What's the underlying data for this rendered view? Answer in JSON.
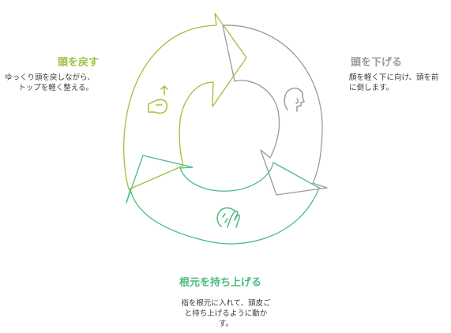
{
  "colors": {
    "return": "#9dc03c",
    "lower": "#9a9a9a",
    "lift": "#4cbb7f",
    "text": "#3a3a3a"
  },
  "steps": {
    "return_head": {
      "title": "頭を戻す",
      "desc": [
        "ゆっくり頭を戻しながら、",
        "トップを軽く整える。"
      ],
      "icon": "hand-with-up-arrow-icon"
    },
    "lower_head": {
      "title": "頭を下げる",
      "desc": [
        "顔を軽く下に向け、頭を前",
        "に倒します。"
      ],
      "icon": "head-profile-icon"
    },
    "lift_roots": {
      "title": "根元を持ち上げる",
      "desc": [
        "指を根元に入れて、頭皮ご",
        "と持ち上げるように動か",
        "す。"
      ],
      "icon": "hand-lifting-hair-icon"
    }
  }
}
